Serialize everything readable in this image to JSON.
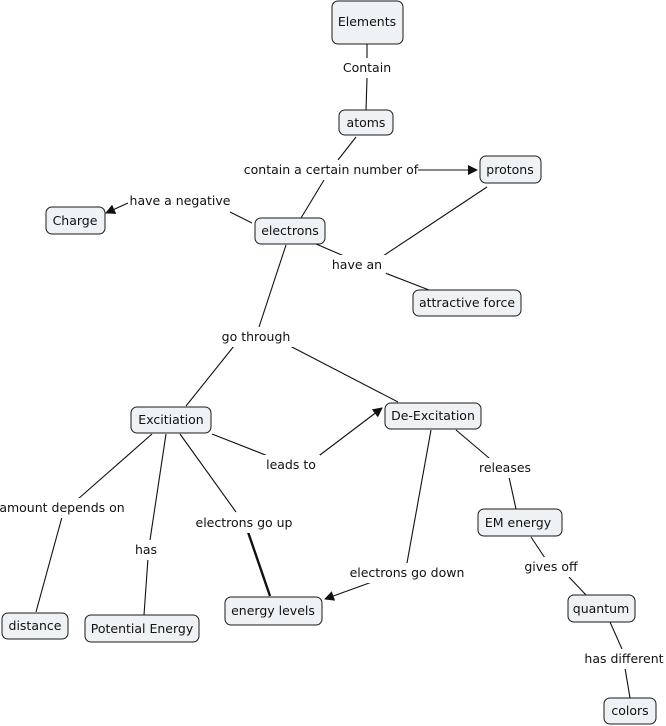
{
  "concept_map": {
    "nodes": {
      "elements": "Elements",
      "atoms": "atoms",
      "protons": "protons",
      "charge": "Charge",
      "electrons": "electrons",
      "attractive_force": "attractive force",
      "excitiation": "Excitiation",
      "de_excitation": "De-Excitation",
      "em_energy": "EM energy",
      "distance": "distance",
      "potential_energy": "Potential Energy",
      "energy_levels": "energy levels",
      "quantum": "quantum",
      "colors": "colors"
    },
    "links": {
      "contain": "Contain",
      "contain_number": "contain a certain number of",
      "negative": "have a negative",
      "have_an": "have an",
      "go_through": "go through",
      "leads_to": "leads to",
      "releases": "releases",
      "amount_depends": "amount depends on",
      "has": "has",
      "electrons_up": "electrons go up",
      "electrons_down": "electrons go down",
      "gives_off": "gives off",
      "has_different": "has different"
    }
  }
}
